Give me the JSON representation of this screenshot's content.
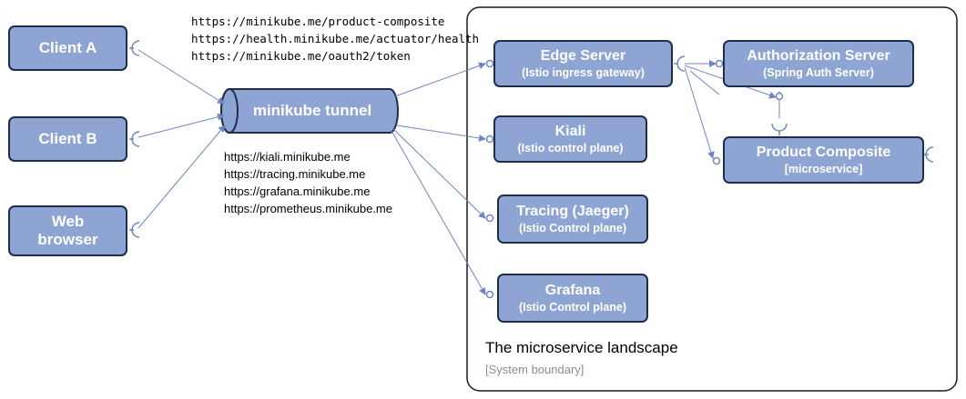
{
  "clients": [
    {
      "label": "Client A"
    },
    {
      "label": "Client B"
    },
    {
      "label": "Web browser"
    }
  ],
  "tunnel": {
    "label": "minikube tunnel"
  },
  "urls_upper": [
    "https://minikube.me/product-composite",
    "https://health.minikube.me/actuator/health",
    "https://minikube.me/oauth2/token"
  ],
  "urls_lower": [
    "https://kiali.minikube.me",
    "https://tracing.minikube.me",
    "https://grafana.minikube.me",
    "https://prometheus.minikube.me"
  ],
  "services": {
    "edge": {
      "title": "Edge Server",
      "subtitle": "(Istio ingress gateway)"
    },
    "auth": {
      "title": "Authorization Server",
      "subtitle": "(Spring Auth Server)"
    },
    "kiali": {
      "title": "Kiali",
      "subtitle": "(Istio control plane)"
    },
    "product": {
      "title": "Product Composite",
      "subtitle": "[microservice]"
    },
    "tracing": {
      "title": "Tracing (Jaeger)",
      "subtitle": "(Istio Control plane)"
    },
    "grafana": {
      "title": "Grafana",
      "subtitle": "(Istio Control plane)"
    }
  },
  "landscape": {
    "title": "The microservice landscape",
    "subtitle": "[System boundary]"
  },
  "colors": {
    "box_fill": "#8ea4d2",
    "box_border": "#1f2d4d",
    "connector": "#6f86c1"
  }
}
